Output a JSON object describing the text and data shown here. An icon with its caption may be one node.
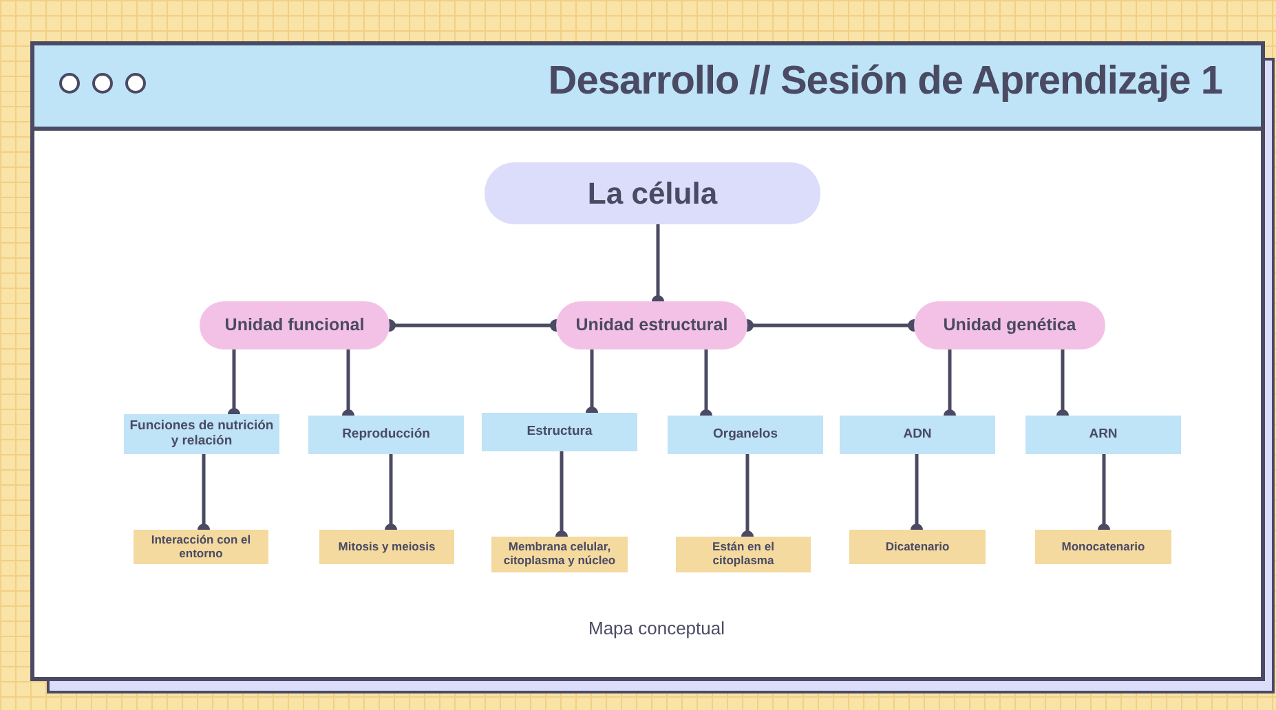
{
  "diagram": {
    "title": "Desarrollo // Sesión de Aprendizaje 1",
    "caption": "Mapa conceptual",
    "nodes": [
      {
        "text": [
          "La célula"
        ]
      },
      {
        "text": [
          "Unidad funcional"
        ]
      },
      {
        "text": [
          "Unidad estructural"
        ]
      },
      {
        "text": [
          "Unidad genética"
        ]
      },
      {
        "text": [
          "Funciones de nutrición y relación"
        ]
      },
      {
        "text": [
          "Reproducción"
        ]
      },
      {
        "text": [
          "Estructura"
        ]
      },
      {
        "text": [
          "Organelos"
        ]
      },
      {
        "text": [
          "ADN"
        ]
      },
      {
        "text": [
          "ARN"
        ]
      },
      {
        "text": [
          "Interacción con el entorno"
        ]
      },
      {
        "text": [
          "Mitosis y meiosis"
        ]
      },
      {
        "text": [
          "Membrana celular, citoplasma y núcleo"
        ]
      },
      {
        "text": [
          "Están en el citoplasma"
        ]
      },
      {
        "text": [
          "Dicatenario"
        ]
      },
      {
        "text": [
          "Monocatenario"
        ]
      }
    ],
    "edges": [
      {
        "from": 0,
        "to": 2,
        "arrow": "other"
      },
      {
        "from": 1,
        "to": 2,
        "arrow": "other"
      },
      {
        "from": 2,
        "to": 3,
        "arrow": "other"
      },
      {
        "from": 1,
        "to": 4,
        "arrow": "other"
      },
      {
        "from": 1,
        "to": 5,
        "arrow": "other"
      },
      {
        "from": 2,
        "to": 6,
        "arrow": "other"
      },
      {
        "from": 2,
        "to": 7,
        "arrow": "other"
      },
      {
        "from": 3,
        "to": 8,
        "arrow": "other"
      },
      {
        "from": 3,
        "to": 9,
        "arrow": "other"
      },
      {
        "from": 4,
        "to": 10,
        "arrow": "other"
      },
      {
        "from": 5,
        "to": 11,
        "arrow": "other"
      },
      {
        "from": 6,
        "to": 12,
        "arrow": "other"
      },
      {
        "from": 7,
        "to": 13,
        "arrow": "other"
      },
      {
        "from": 8,
        "to": 14,
        "arrow": "other"
      },
      {
        "from": 9,
        "to": 15,
        "arrow": "other"
      }
    ]
  }
}
